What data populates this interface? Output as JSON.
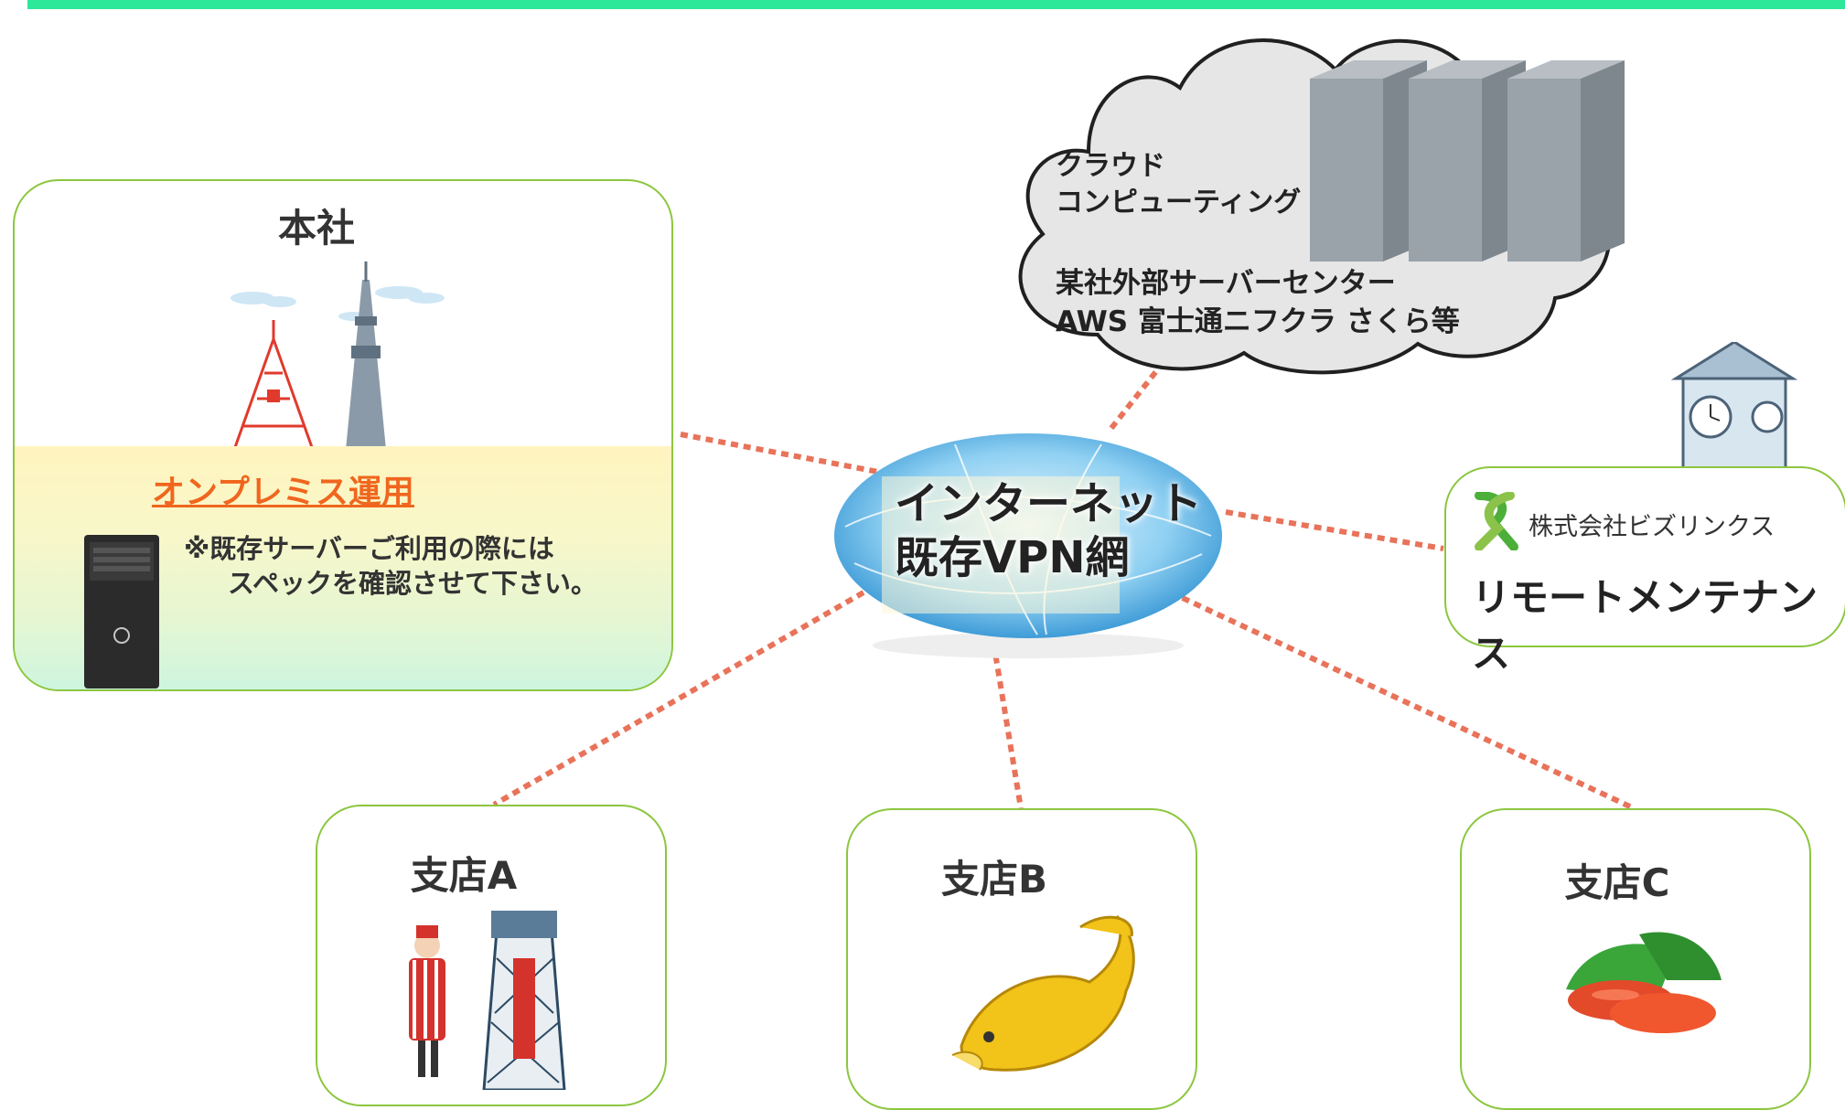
{
  "hq": {
    "title": "本社",
    "onprem_label": "オンプレミス運用",
    "note_line1": "※既存サーバーご利用の際には",
    "note_line2": "スペックを確認させて下さい。"
  },
  "cloud": {
    "line1": "クラウド",
    "line2": "コンピューティング",
    "line3": "某社外部サーバーセンター",
    "line4": "AWS 富士通ニフクラ さくら等"
  },
  "internet": {
    "line1": "インターネット",
    "line2": "既存VPN網"
  },
  "maintenance": {
    "company": "株式会社ビズリンクス",
    "title": "リモートメンテナンス"
  },
  "branches": {
    "a": "支店A",
    "b": "支店B",
    "c": "支店C"
  },
  "colors": {
    "accent_bar": "#2ee89a",
    "box_border": "#8cc63f",
    "connector": "#e8735a",
    "onprem_text": "#f0661e"
  }
}
